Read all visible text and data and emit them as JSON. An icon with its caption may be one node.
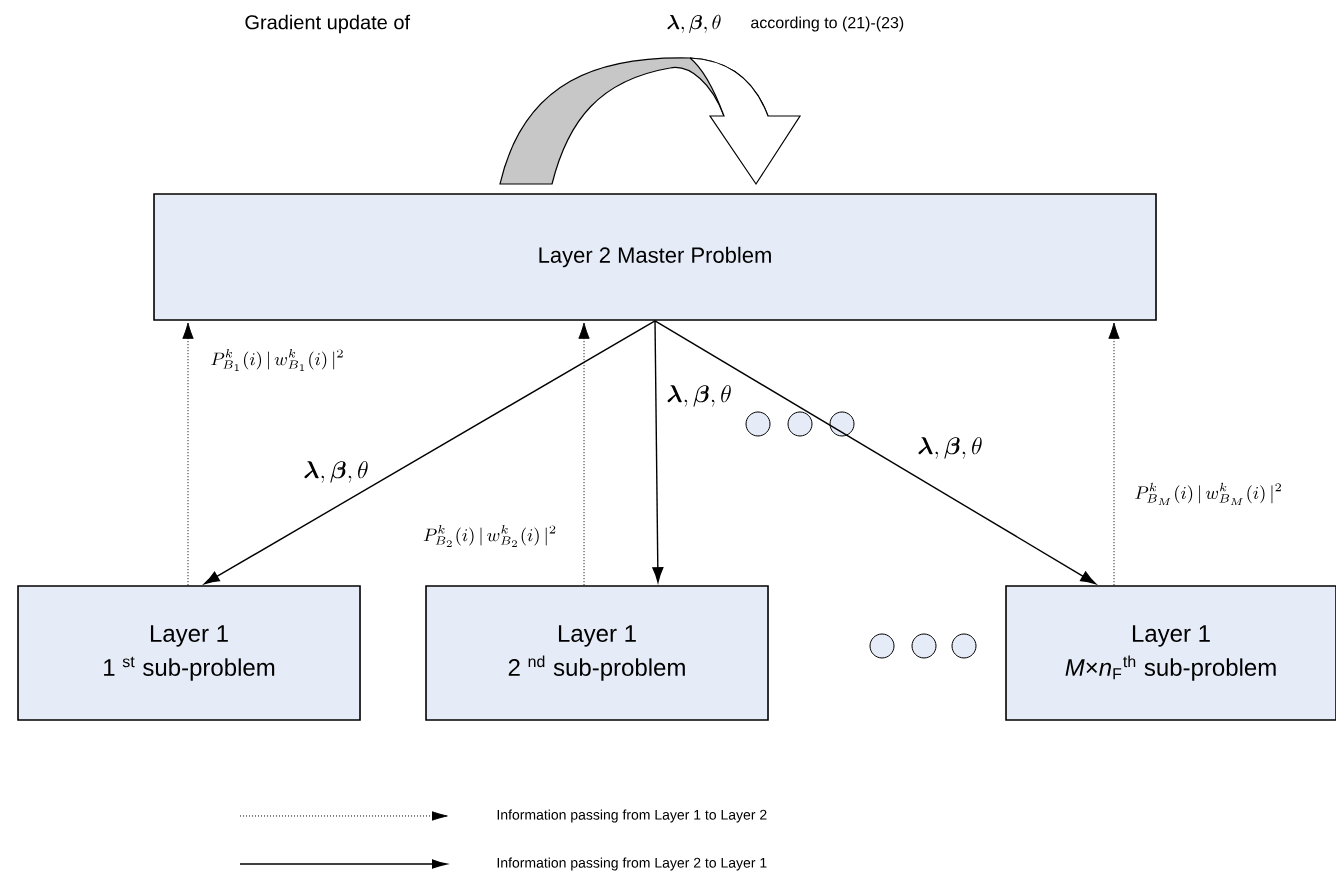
{
  "diagram": {
    "nodes": [
      {
        "text": [
          "Layer 2 Master Problem"
        ]
      },
      {
        "text": [
          "Layer 1",
          "1 $^{st}$ sub-problem"
        ]
      },
      {
        "text": [
          "Layer 1",
          "2 $^{nd}$ sub-problem"
        ]
      },
      {
        "text": [
          "Layer 1",
          "*M*×*n*$_{F}$$^{th}$ sub-problem"
        ]
      },
      {
        "text": [],
        "shape": "circle"
      },
      {
        "text": [],
        "shape": "circle"
      },
      {
        "text": [],
        "shape": "circle"
      },
      {
        "text": [],
        "shape": "circle"
      },
      {
        "text": [],
        "shape": "circle"
      },
      {
        "text": [],
        "shape": "circle"
      }
    ],
    "edges": [
      {
        "from": 0,
        "to": 1,
        "arrow": "to",
        "label": "\\boldsymbol{\\lambda},\\boldsymbol{\\beta},\\theta"
      },
      {
        "from": 0,
        "to": 2,
        "arrow": "to",
        "label": "\\boldsymbol{\\lambda},\\boldsymbol{\\beta},\\theta"
      },
      {
        "from": 0,
        "to": 3,
        "arrow": "to",
        "label": "\\boldsymbol{\\lambda},\\boldsymbol{\\beta},\\theta"
      },
      {
        "from": 1,
        "to": 0,
        "arrow": "to",
        "style": "dashed",
        "label": "P_{B_1}^{k}(i)\\,|\\,w_{B_1}^{k}(i)\\,|^{2}"
      },
      {
        "from": 2,
        "to": 0,
        "arrow": "to",
        "style": "dashed",
        "label": "P_{B_2}^{k}(i)\\,|\\,w_{B_2}^{k}(i)\\,|^{2}"
      },
      {
        "from": 3,
        "to": 0,
        "arrow": "to",
        "style": "dashed",
        "label": "P_{B_M}^{k}(i)\\,|\\,w_{B_M}^{k}(i)\\,|^{2}"
      }
    ],
    "labels": [
      "Gradient update of",
      "\\boldsymbol{\\lambda},\\boldsymbol{\\beta},\\theta",
      "according to (21)-(23)"
    ],
    "legend": [
      {
        "text": "Information passing from Layer 1 to Layer 2"
      },
      {
        "text": "Information passing from Layer 2 to Layer 1"
      }
    ]
  }
}
